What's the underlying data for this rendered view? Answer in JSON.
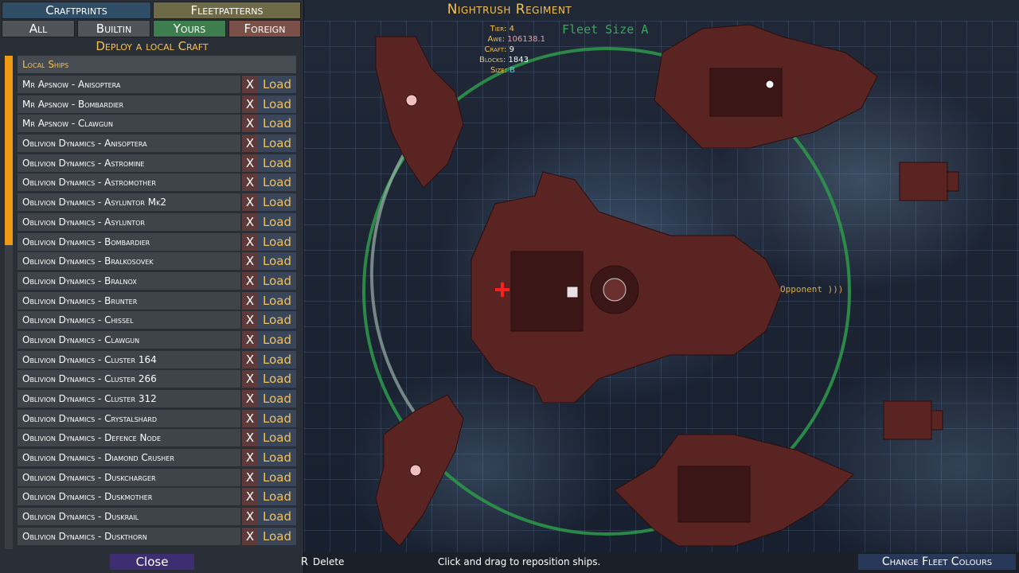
{
  "header": {
    "regiment_title": "Nightrush Regiment",
    "fleet_size": "Fleet Size A",
    "opponent_label": "Opponent )))"
  },
  "stats": [
    {
      "label": "Tier:",
      "value": "4",
      "color": "#f3c15a"
    },
    {
      "label": "Awe:",
      "value": "106138.1",
      "color": "#e8a0a0"
    },
    {
      "label": "Craft:",
      "value": "9",
      "color": "#ffffff"
    },
    {
      "label": "Blocks:",
      "value": "1843",
      "color": "#ffffff"
    },
    {
      "label": "Size:",
      "value": "B",
      "color": "#5fd0e0"
    }
  ],
  "tabs": {
    "craftprints": "Craftprints",
    "fleetpatterns": "Fleetpatterns"
  },
  "filters": {
    "all": "All",
    "builtin": "Builtin",
    "yours": "Yours",
    "foreign": "Foreign"
  },
  "panel": {
    "deploy_header": "Deploy a local Craft",
    "section_header": "Local Ships",
    "delete_symbol": "X",
    "load_label": "Load",
    "close_label": "Close"
  },
  "ships": [
    "Mr Apsnow - Anisoptera",
    "Mr Apsnow - Bombardier",
    "Mr Apsnow - Clawgun",
    "Oblivion Dynamics - Anisoptera",
    "Oblivion Dynamics - Astromine",
    "Oblivion Dynamics - Astromother",
    "Oblivion Dynamics - Asyluntor Mk2",
    "Oblivion Dynamics - Asyluntor",
    "Oblivion Dynamics - Bombardier",
    "Oblivion Dynamics - Bralkosovek",
    "Oblivion Dynamics - Bralnox",
    "Oblivion Dynamics - Brunter",
    "Oblivion Dynamics - Chissel",
    "Oblivion Dynamics - Clawgun",
    "Oblivion Dynamics - Cluster 164",
    "Oblivion Dynamics - Cluster 266",
    "Oblivion Dynamics - Cluster 312",
    "Oblivion Dynamics - Crystalshard",
    "Oblivion Dynamics - Defence Node",
    "Oblivion Dynamics - Diamond Crusher",
    "Oblivion Dynamics - Duskcharger",
    "Oblivion Dynamics - Duskmother",
    "Oblivion Dynamics - Duskrail",
    "Oblivion Dynamics - Duskthorn"
  ],
  "bottom_bar": {
    "delete_key": "R",
    "delete_label": "Delete",
    "hint": "Click and drag to reposition ships.",
    "change_colours": "Change Fleet Colours"
  },
  "colors": {
    "accent_gold": "#f3c15a",
    "ring_green": "#2e9a4a",
    "hull_red": "#5a2422",
    "scroll_orange": "#ef9a12"
  }
}
